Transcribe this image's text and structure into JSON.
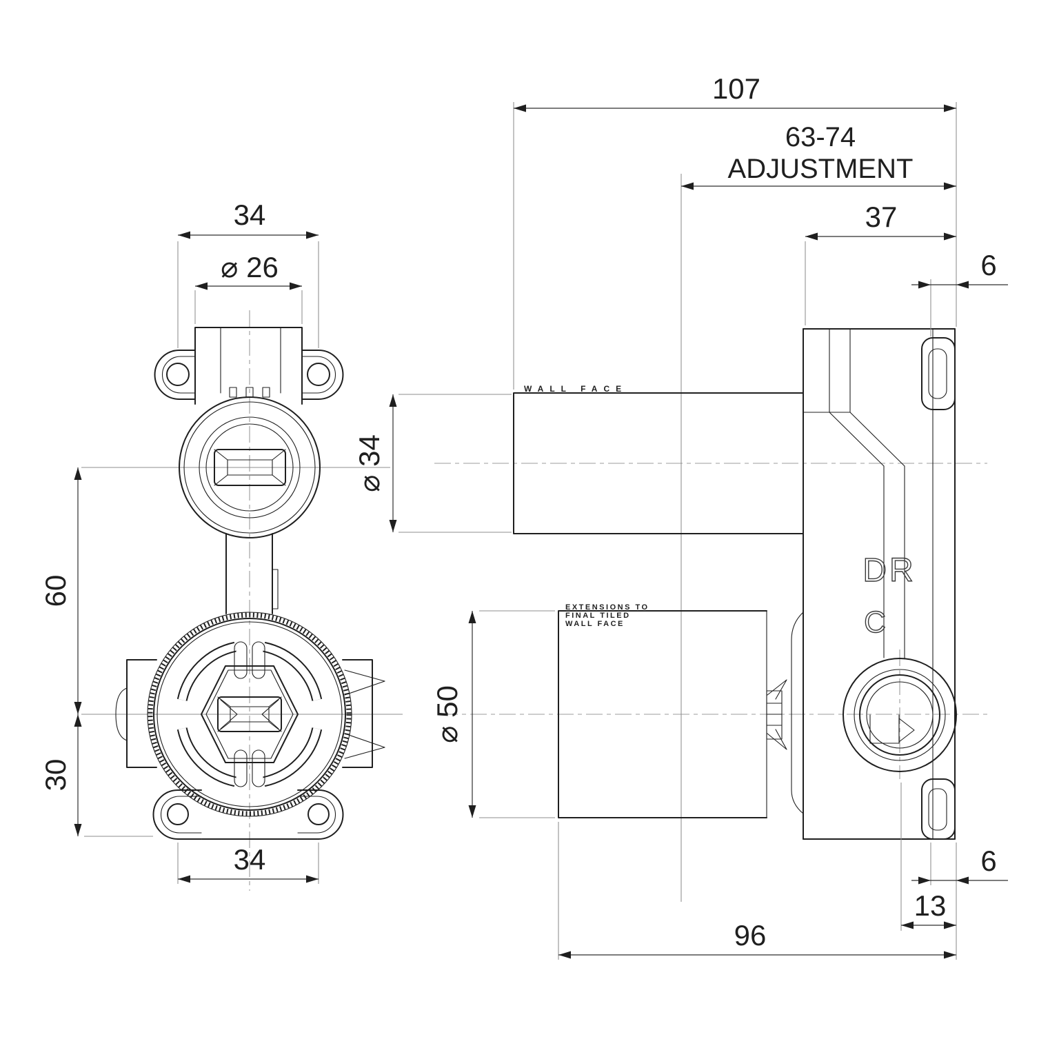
{
  "drawing": {
    "front_view": {
      "dim_top_width": "34",
      "dim_top_diameter": "⌀ 26",
      "dim_height_upper": "60",
      "dim_height_lower": "30",
      "dim_bottom_width": "34"
    },
    "side_view": {
      "dim_total_depth": "107",
      "dim_adjustment_value": "63-74",
      "dim_adjustment_label": "ADJUSTMENT",
      "dim_body_depth": "37",
      "dim_top_tab_depth": "6",
      "dim_upper_cylinder_diameter": "⌀ 34",
      "dim_lower_cylinder_diameter": "⌀ 50",
      "dim_bottom_tab_depth": "6",
      "dim_outlet_offset": "13",
      "dim_lower_depth": "96",
      "note_upper_cylinder": "WALL FACE",
      "note_lower_line1": "EXTENSIONS TO",
      "note_lower_line2": "FINAL TILED",
      "note_lower_line3": "WALL FACE",
      "marking_dr": "DR",
      "marking_c": "C"
    },
    "colors": {
      "line": "#1f1f1f",
      "dimension": "#2e2e2e",
      "centerline": "#9b9b9b",
      "background": "#ffffff"
    }
  }
}
